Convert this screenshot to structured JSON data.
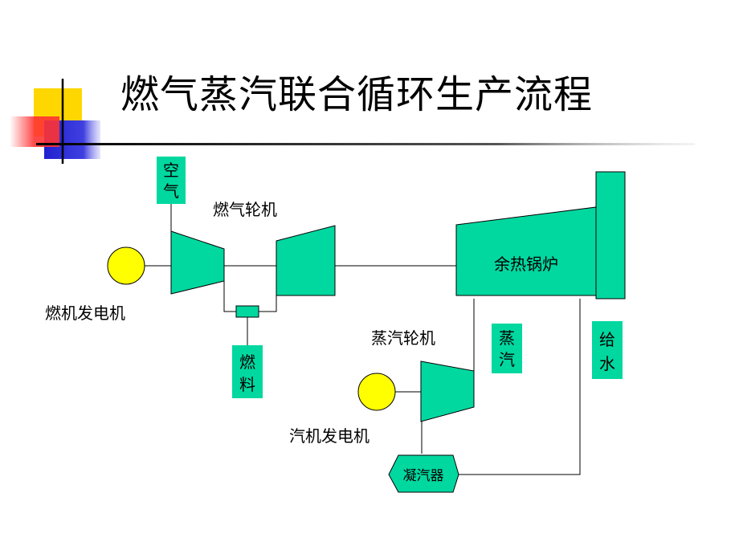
{
  "slide": {
    "title": "燃气蒸汽联合循环生产流程"
  },
  "colors": {
    "equipment_fill": "#00d8a0",
    "generator_fill": "#ffff00",
    "deco_yellow": "#ffd700",
    "deco_red": "#ff3333",
    "deco_blue": "#2020d0"
  },
  "diagram": {
    "air_label_chars": [
      "空",
      "气"
    ],
    "gas_turbine_label": "燃气轮机",
    "gas_generator_label": "燃机发电机",
    "fuel_label_chars": [
      "燃",
      "料"
    ],
    "hrsg_label": "余热锅炉",
    "steam_turbine_label": "蒸汽轮机",
    "steam_label_chars": [
      "蒸",
      "汽"
    ],
    "feedwater_label_chars": [
      "给",
      "水"
    ],
    "steam_generator_label": "汽机发电机",
    "condenser_label": "凝汽器"
  }
}
